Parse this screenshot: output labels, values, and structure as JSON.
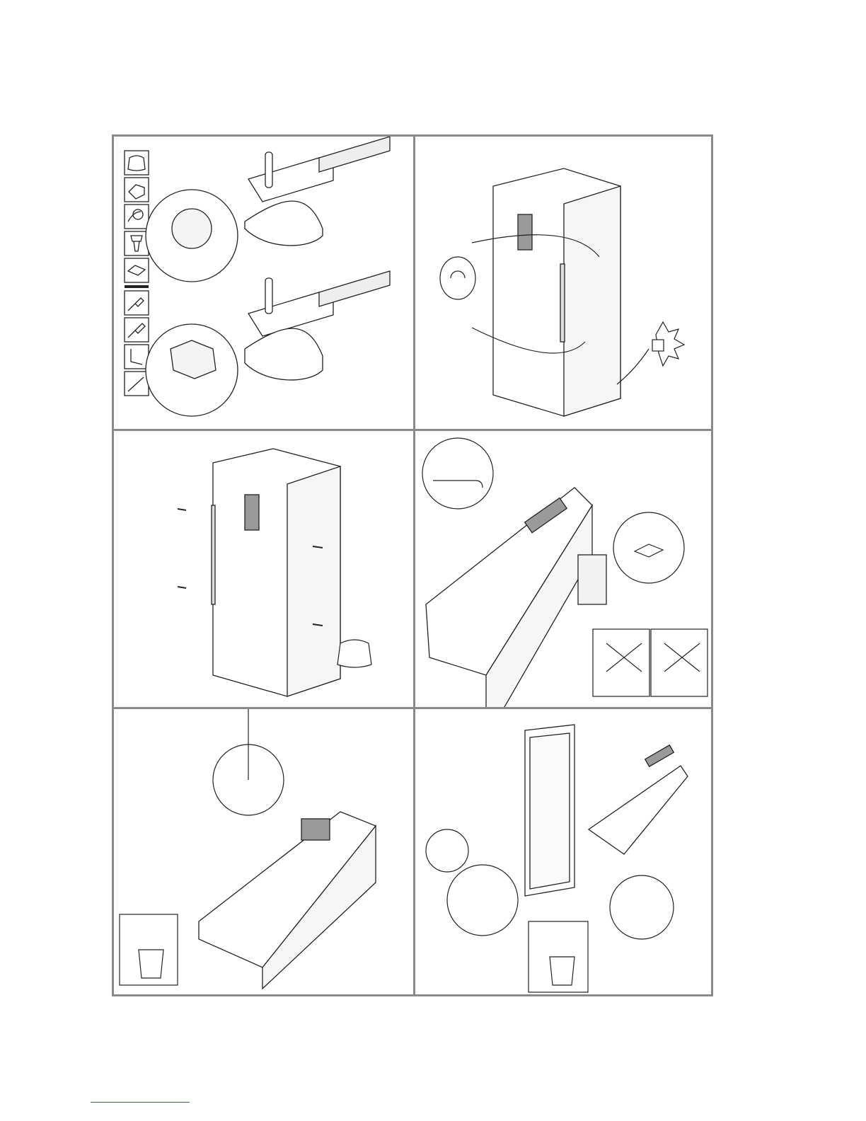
{
  "document": {
    "title": "",
    "panels": [
      {
        "id": 1,
        "content": "tools-and-hinge-bushing"
      },
      {
        "id": 2,
        "content": "unplug-and-remove-handle"
      },
      {
        "id": 3,
        "content": "move-handle-screws"
      },
      {
        "id": 4,
        "content": "lay-cabinet-remove-top-cover"
      },
      {
        "id": 5,
        "content": "remove-top-hinge"
      },
      {
        "id": 6,
        "content": "remove-door-and-bottom-hinge"
      }
    ],
    "tool_icons": [
      "bag-icon",
      "hinge-parts-icon",
      "screw-cap-icon",
      "plug-icon",
      "cover-plate-icon",
      "screwdriver-icon",
      "flat-screwdriver-icon",
      "hex-key-icon",
      "tool-icon"
    ],
    "colors": {
      "frame": "#8a8a8a",
      "line": "#222222",
      "panel_gray": "#9a9a9a"
    }
  }
}
